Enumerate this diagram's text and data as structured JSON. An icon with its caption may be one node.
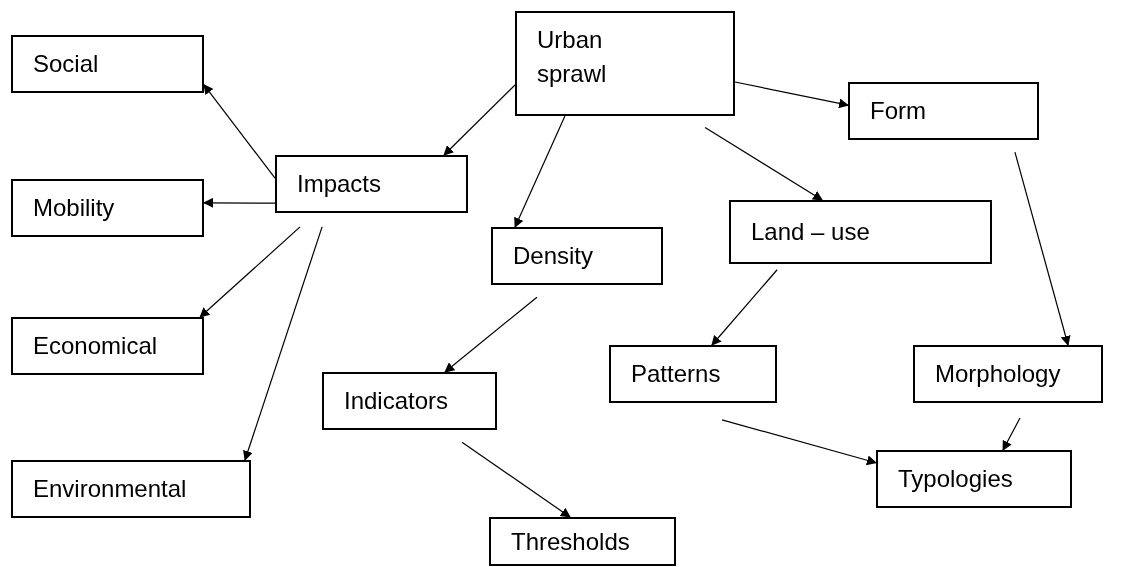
{
  "diagram": {
    "nodes": [
      {
        "text": [
          "Urban sprawl"
        ]
      },
      {
        "text": [
          "Social"
        ]
      },
      {
        "text": [
          "Impacts"
        ]
      },
      {
        "text": [
          "Mobility"
        ]
      },
      {
        "text": [
          "Form"
        ]
      },
      {
        "text": [
          "Density"
        ]
      },
      {
        "text": [
          "Land – use"
        ]
      },
      {
        "text": [
          "Economical"
        ]
      },
      {
        "text": [
          "Indicators"
        ]
      },
      {
        "text": [
          "Patterns"
        ]
      },
      {
        "text": [
          "Morphology"
        ]
      },
      {
        "text": [
          "Environmental"
        ]
      },
      {
        "text": [
          "Typologies"
        ]
      },
      {
        "text": [
          "Thresholds"
        ]
      }
    ],
    "edges": [
      {
        "from": 0,
        "to": 2,
        "arrow": "to"
      },
      {
        "from": 2,
        "to": 1,
        "arrow": "to"
      },
      {
        "from": 2,
        "to": 3,
        "arrow": "to"
      },
      {
        "from": 2,
        "to": 7,
        "arrow": "to"
      },
      {
        "from": 2,
        "to": 11,
        "arrow": "to"
      },
      {
        "from": 0,
        "to": 5,
        "arrow": "to"
      },
      {
        "from": 0,
        "to": 4,
        "arrow": "to"
      },
      {
        "from": 0,
        "to": 6,
        "arrow": "to"
      },
      {
        "from": 5,
        "to": 8,
        "arrow": "to"
      },
      {
        "from": 6,
        "to": 9,
        "arrow": "to"
      },
      {
        "from": 4,
        "to": 10,
        "arrow": "to"
      },
      {
        "from": 8,
        "to": 13,
        "arrow": "to"
      },
      {
        "from": 9,
        "to": 12,
        "arrow": "to"
      },
      {
        "from": 10,
        "to": 12,
        "arrow": "to"
      }
    ]
  }
}
